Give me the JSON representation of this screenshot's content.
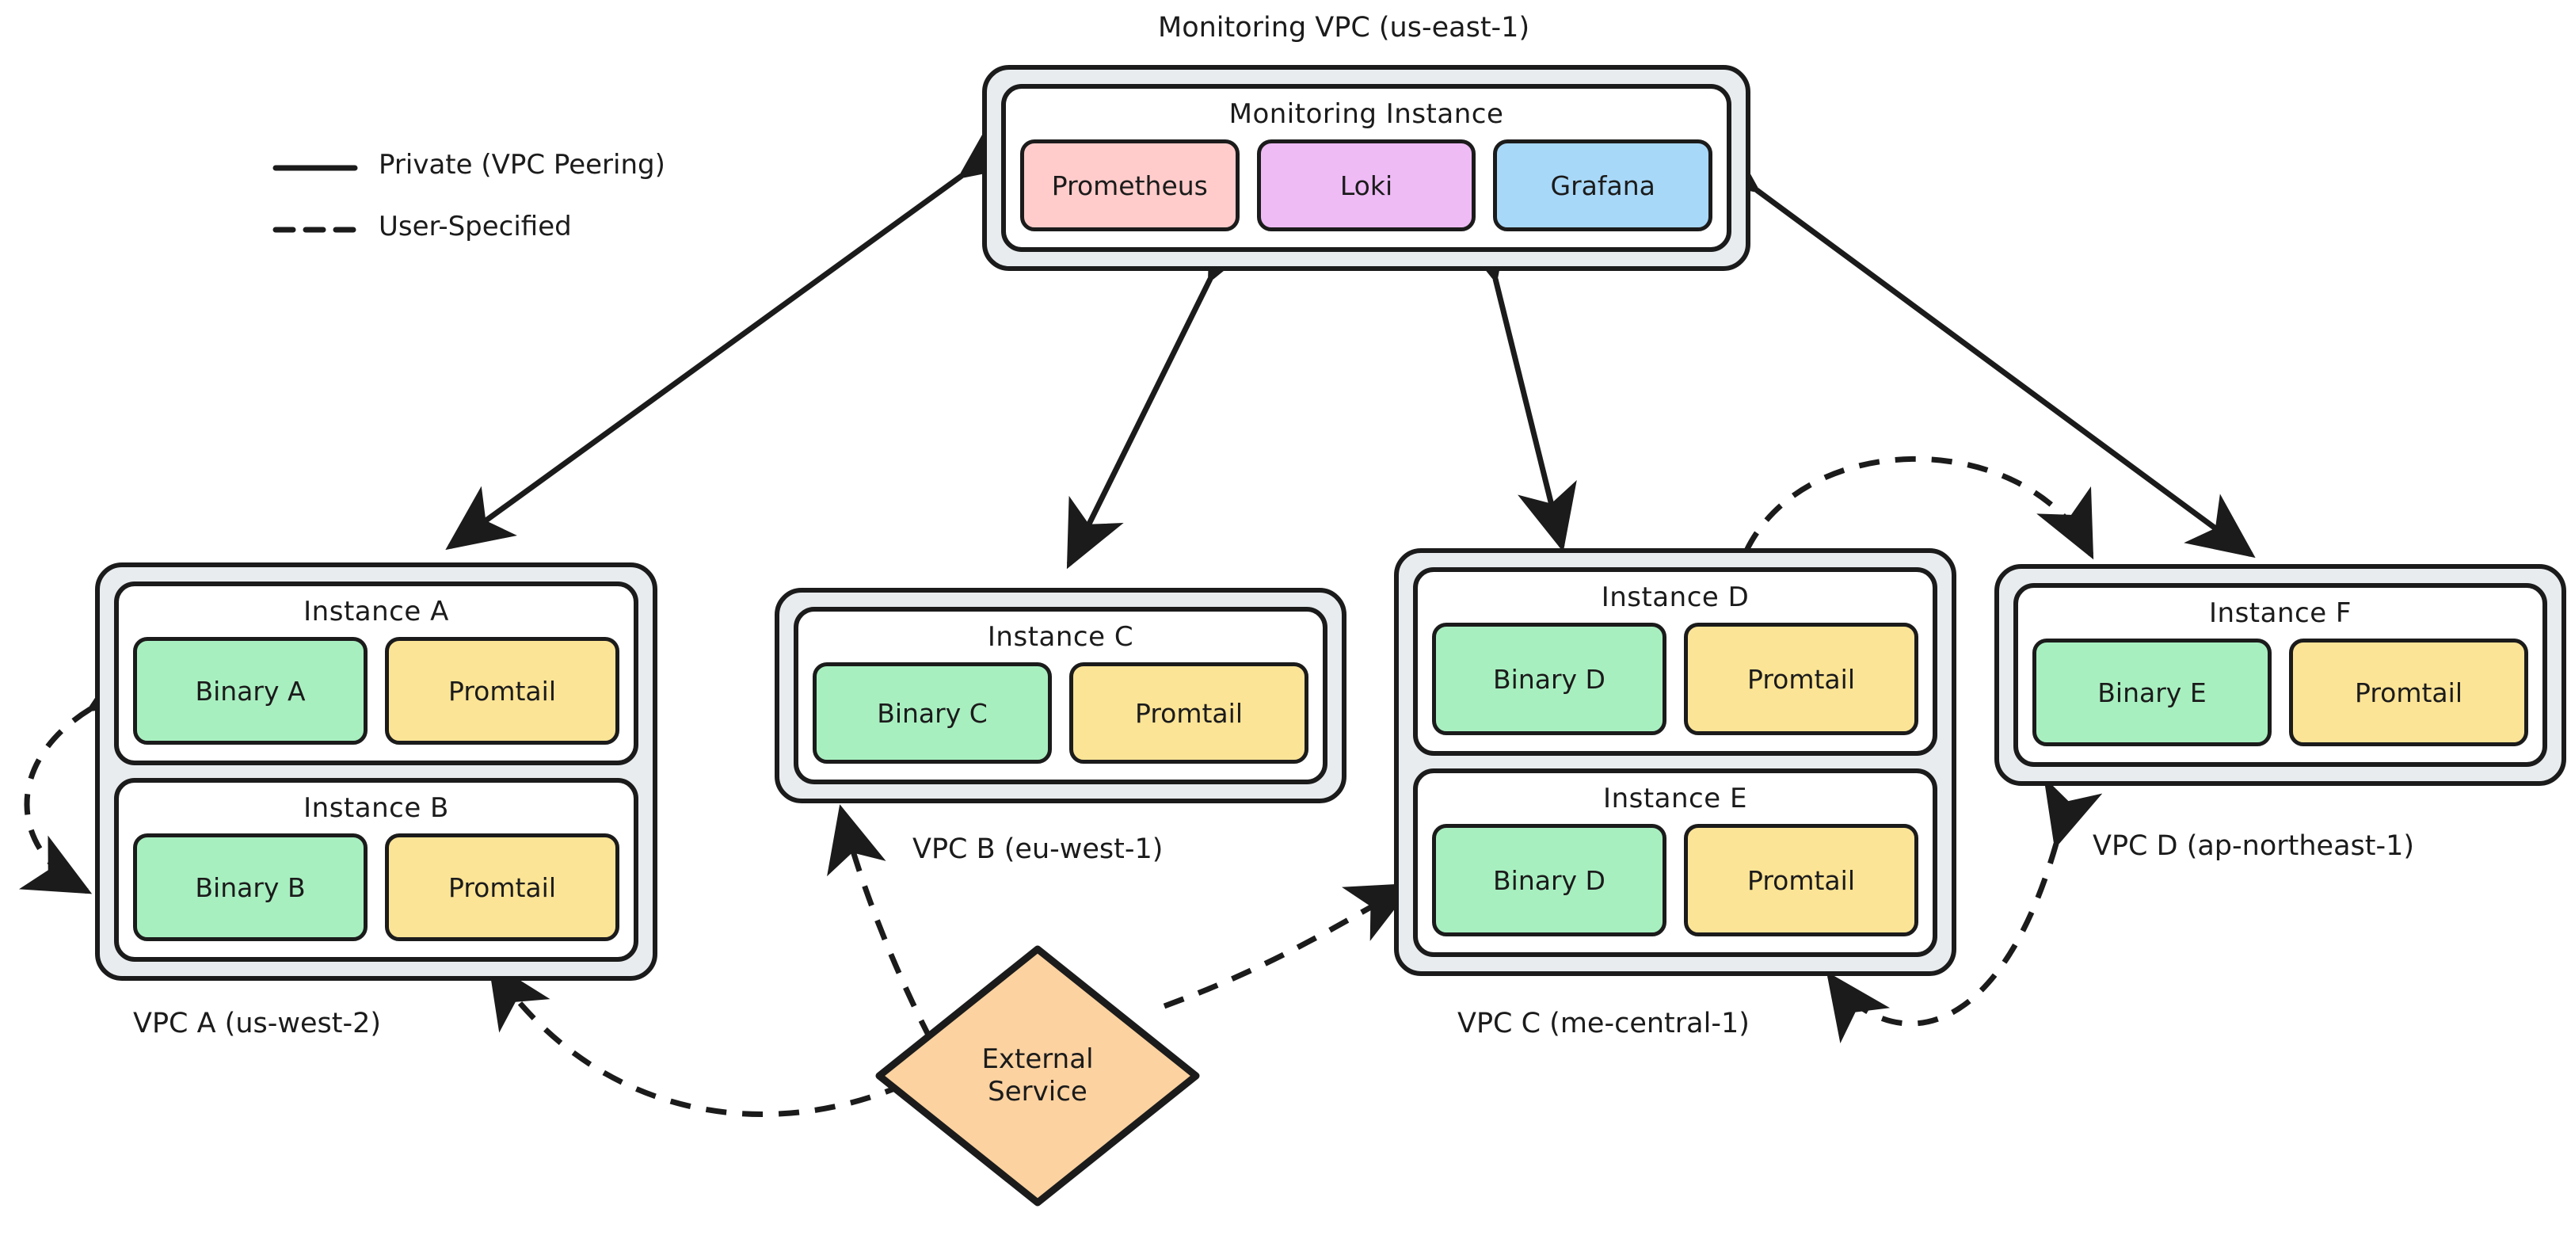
{
  "diagram": {
    "title_text": "Monitoring VPC (us-east-1)",
    "stroke_color": "#1b1b1b",
    "background": "#ffffff"
  },
  "legend": {
    "items": [
      {
        "id": "private",
        "style": "solid",
        "label": "Private (VPC Peering)"
      },
      {
        "id": "user-specified",
        "style": "dashed",
        "label": "User-Specified"
      }
    ]
  },
  "colors": {
    "vpc_band": "#E8ECEF",
    "instance_bg": "#ffffff",
    "binary": "#A8EFC0",
    "promtail": "#FCE496",
    "prometheus": "#FFCCCB",
    "loki": "#EEBBF5",
    "grafana": "#A8D8F8",
    "external_service": "#FBD2A0",
    "stroke": "#1b1b1b"
  },
  "monitoring_vpc": {
    "caption": "Monitoring VPC (us-east-1)",
    "instance": {
      "title": "Monitoring Instance",
      "services": [
        {
          "name": "Prometheus",
          "color_key": "prometheus"
        },
        {
          "name": "Loki",
          "color_key": "loki"
        },
        {
          "name": "Grafana",
          "color_key": "grafana"
        }
      ]
    }
  },
  "vpcs": [
    {
      "id": "vpc-a",
      "caption": "VPC A (us-west-2)",
      "instances": [
        {
          "title": "Instance A",
          "services": [
            {
              "name": "Binary A",
              "color_key": "binary"
            },
            {
              "name": "Promtail",
              "color_key": "promtail"
            }
          ]
        },
        {
          "title": "Instance B",
          "services": [
            {
              "name": "Binary B",
              "color_key": "binary"
            },
            {
              "name": "Promtail",
              "color_key": "promtail"
            }
          ]
        }
      ]
    },
    {
      "id": "vpc-b",
      "caption": "VPC B (eu-west-1)",
      "instances": [
        {
          "title": "Instance C",
          "services": [
            {
              "name": "Binary C",
              "color_key": "binary"
            },
            {
              "name": "Promtail",
              "color_key": "promtail"
            }
          ]
        }
      ]
    },
    {
      "id": "vpc-c",
      "caption": "VPC C (me-central-1)",
      "instances": [
        {
          "title": "Instance D",
          "services": [
            {
              "name": "Binary D",
              "color_key": "binary"
            },
            {
              "name": "Promtail",
              "color_key": "promtail"
            }
          ]
        },
        {
          "title": "Instance E",
          "services": [
            {
              "name": "Binary D",
              "color_key": "binary"
            },
            {
              "name": "Promtail",
              "color_key": "promtail"
            }
          ]
        }
      ]
    },
    {
      "id": "vpc-d",
      "caption": "VPC D (ap-northeast-1)",
      "instances": [
        {
          "title": "Instance F",
          "services": [
            {
              "name": "Binary E",
              "color_key": "binary"
            },
            {
              "name": "Promtail",
              "color_key": "promtail"
            }
          ]
        }
      ]
    }
  ],
  "external_service": {
    "label_line1": "External",
    "label_line2": "Service",
    "shape": "diamond",
    "color": "#FBD2A0"
  },
  "connections": [
    {
      "id": "mon-vpca",
      "from": "Monitoring VPC",
      "to": "VPC A",
      "style": "solid",
      "arrows": "both"
    },
    {
      "id": "mon-vpcb",
      "from": "Monitoring VPC",
      "to": "VPC B",
      "style": "solid",
      "arrows": "both"
    },
    {
      "id": "mon-vpcc",
      "from": "Monitoring VPC",
      "to": "VPC C",
      "style": "solid",
      "arrows": "both"
    },
    {
      "id": "mon-vpcd",
      "from": "Monitoring VPC",
      "to": "VPC D",
      "style": "solid",
      "arrows": "both"
    },
    {
      "id": "insta-instb",
      "from": "Instance A",
      "to": "Instance B",
      "style": "dashed",
      "arrows": "both"
    },
    {
      "id": "vpcc-vpcd-top",
      "from": "VPC C",
      "to": "VPC D",
      "style": "dashed",
      "arrows": "both"
    },
    {
      "id": "vpcd-vpcc-bottom",
      "from": "VPC D",
      "to": "VPC C",
      "style": "dashed",
      "arrows": "both"
    },
    {
      "id": "ext-vpca",
      "from": "External Service",
      "to": "VPC A",
      "style": "dashed",
      "arrows": "to"
    },
    {
      "id": "ext-vpcb",
      "from": "External Service",
      "to": "VPC B",
      "style": "dashed",
      "arrows": "to"
    },
    {
      "id": "ext-vpcc",
      "from": "External Service",
      "to": "VPC C",
      "style": "dashed",
      "arrows": "to"
    }
  ]
}
